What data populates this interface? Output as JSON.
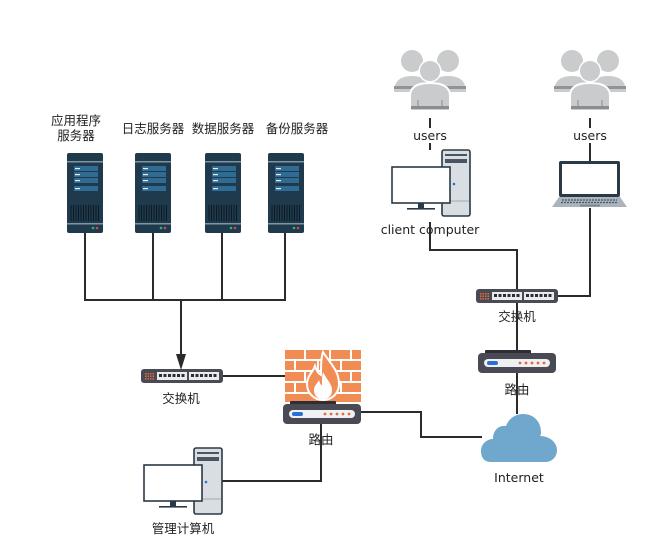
{
  "diagram": {
    "title": "",
    "colors": {
      "line": "#2b2b2b",
      "server_body": "#1f3a4d",
      "server_panel": "#2f6b93",
      "device_dark": "#4a4a55",
      "firewall": "#f28c55",
      "cloud": "#6fa8cc",
      "users": "#c9cbcc",
      "led_green": "#2fb36f",
      "led_red": "#e0424e",
      "router_blue": "#2a6fd6",
      "router_dot": "#e06b3b"
    },
    "servers": [
      {
        "label_line1": "应用程序",
        "label_line2": "服务器",
        "icon": "server-rack-icon"
      },
      {
        "label_line1": "日志服务器",
        "label_line2": "",
        "icon": "server-rack-icon"
      },
      {
        "label_line1": "数据服务器",
        "label_line2": "",
        "icon": "server-rack-icon"
      },
      {
        "label_line1": "备份服务器",
        "label_line2": "",
        "icon": "server-rack-icon"
      }
    ],
    "users_left": {
      "label": "users",
      "icon": "users-group-icon"
    },
    "users_right": {
      "label": "users",
      "icon": "users-group-icon"
    },
    "client_computer": {
      "label": "client computer",
      "icon": "desktop-computer-icon"
    },
    "laptop": {
      "label": "",
      "icon": "laptop-icon"
    },
    "switch_right": {
      "label": "交换机",
      "icon": "network-switch-icon"
    },
    "router_right": {
      "label": "路由",
      "icon": "router-icon"
    },
    "switch_left": {
      "label": "交换机",
      "icon": "network-switch-icon"
    },
    "firewall_router": {
      "label": "路由",
      "icon": "firewall-icon"
    },
    "internet": {
      "label": "Internet",
      "icon": "cloud-icon"
    },
    "admin_computer": {
      "label": "管理计算机",
      "icon": "desktop-computer-icon"
    }
  }
}
